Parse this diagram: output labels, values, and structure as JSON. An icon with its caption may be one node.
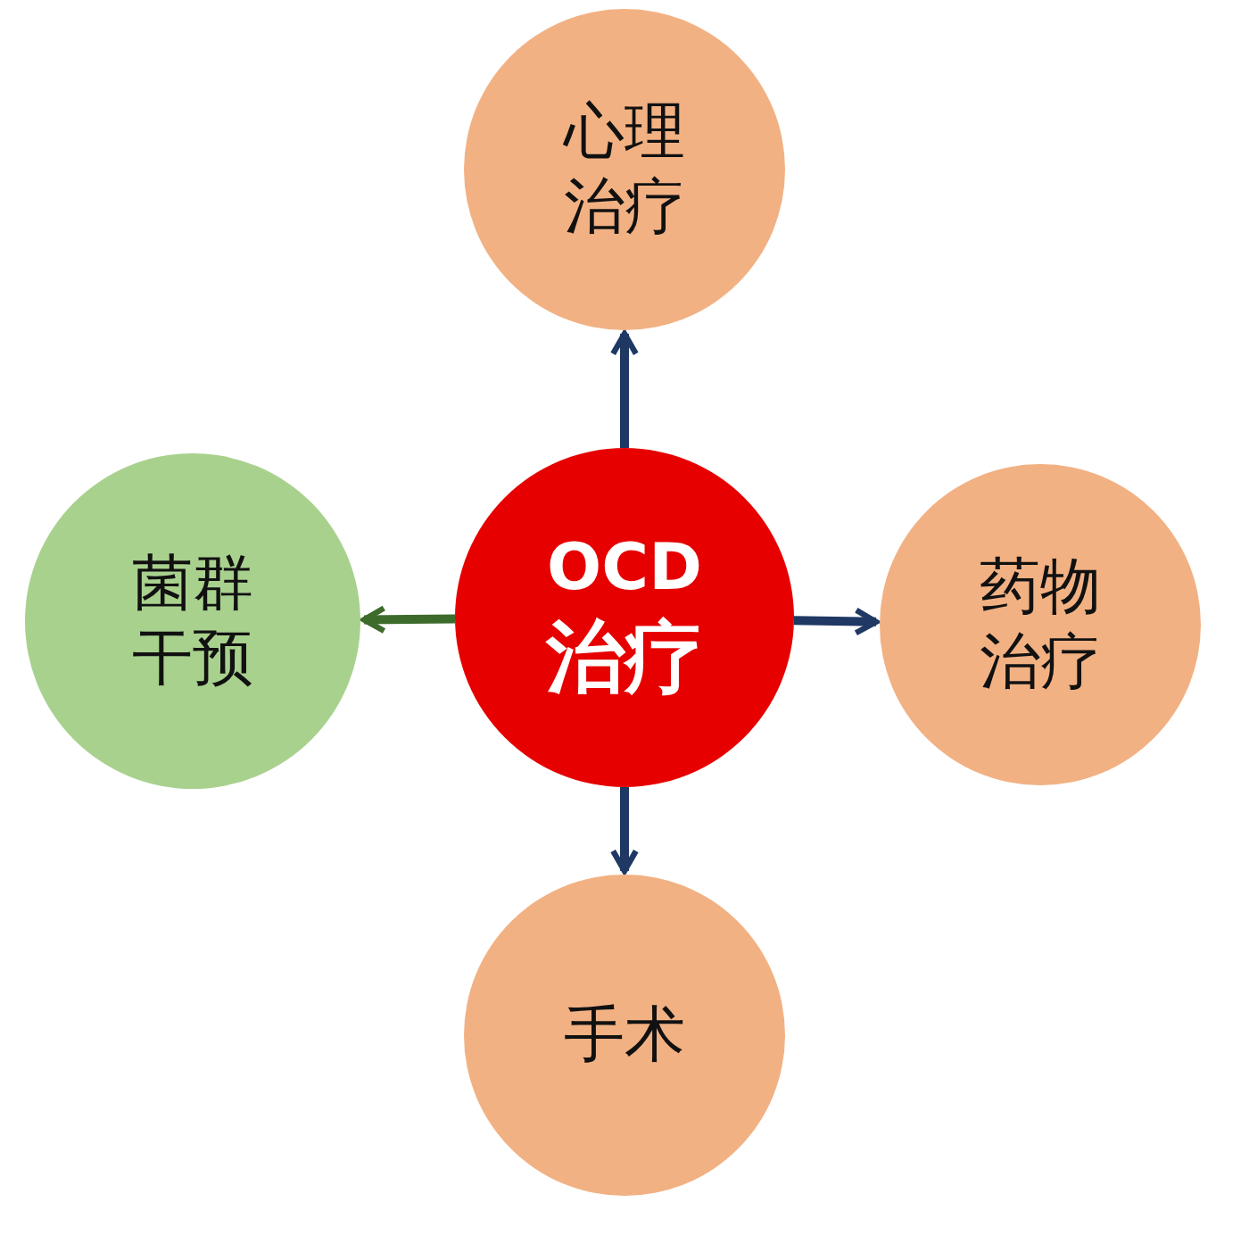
{
  "diagram": {
    "nodes": [
      {
        "text": [
          "心理治疗"
        ]
      },
      {
        "text": [
          "菌群干预"
        ]
      },
      {
        "text": [
          "OCD",
          "治疗"
        ]
      },
      {
        "text": [
          "药物治疗"
        ]
      },
      {
        "text": [
          "手术"
        ]
      }
    ],
    "edges": [
      {
        "from": 2,
        "to": 0,
        "arrow": "to"
      },
      {
        "from": 2,
        "to": 1,
        "arrow": "to",
        "color": "#3d6b2c"
      },
      {
        "from": 2,
        "to": 3,
        "arrow": "to"
      },
      {
        "from": 2,
        "to": 4,
        "arrow": "to"
      }
    ]
  }
}
